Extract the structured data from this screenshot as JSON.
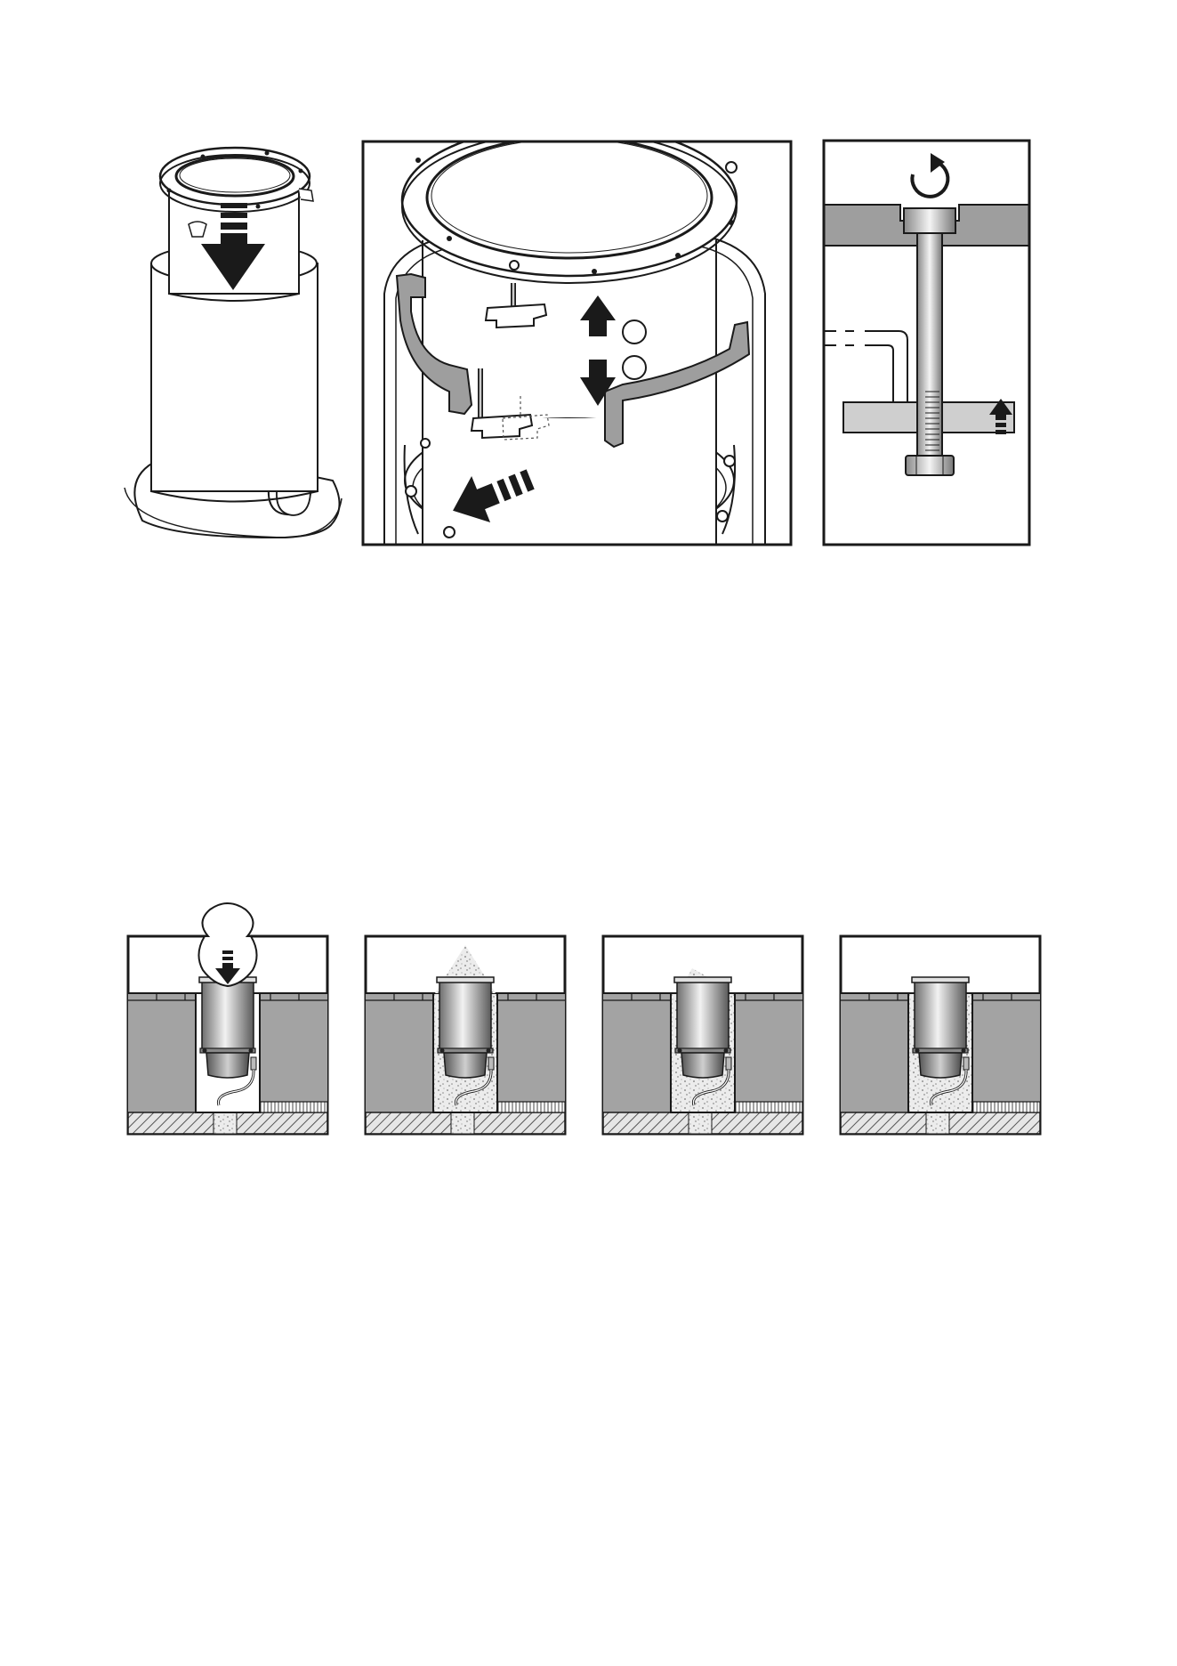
{
  "colors": {
    "ink": "#1a1a1a",
    "paper": "#ffffff",
    "wall": "#9e9e9e",
    "wall_light": "#cfcfcf",
    "steel_dark": "#6e6e6e",
    "steel_light": "#f2f2f2",
    "hatch": "#7a7a7a",
    "gravel": "#d8d8d8"
  },
  "figures": {
    "top_row": [
      {
        "id": "sleeve-insert",
        "icons": [
          "arrow-down-icon"
        ]
      },
      {
        "id": "clamp-detail",
        "icons": [
          "arrow-up-icon",
          "arrow-down-icon",
          "arrow-push-icon"
        ]
      },
      {
        "id": "bolt-detail",
        "icons": [
          "rotate-clockwise-icon",
          "arrow-up-icon"
        ]
      }
    ],
    "bottom_row": [
      {
        "id": "step-insert-fixture",
        "icons": [
          "arrow-down-icon"
        ]
      },
      {
        "id": "step-fill-gravel"
      },
      {
        "id": "step-fill-partial"
      },
      {
        "id": "step-finished"
      }
    ]
  }
}
